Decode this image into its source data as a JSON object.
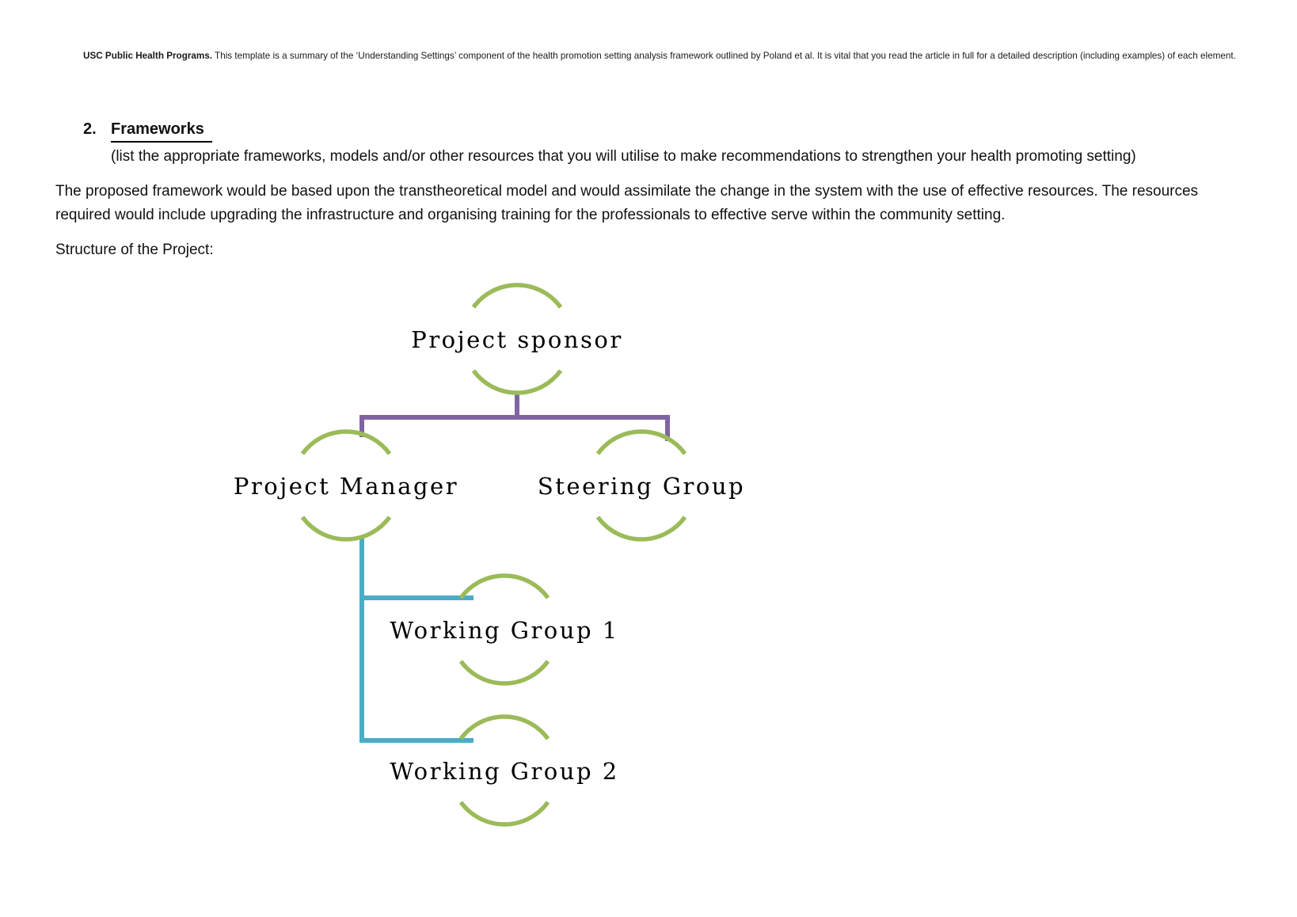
{
  "header": {
    "bold_lead": "USC Public Health Programs.",
    "rest": " This template is a summary of the ‘Understanding Settings’ component of the health promotion setting analysis framework outlined by Poland et al. It is vital that you read the article in full for a detailed description (including examples) of each element."
  },
  "section": {
    "number": "2.",
    "title": "Frameworks",
    "subtitle": "(list the appropriate frameworks, models and/or other resources that you will utilise to make recommendations to strengthen your health promoting setting)"
  },
  "paragraph": "The proposed framework would be based upon the transtheoretical model and would assimilate the change in the system with the use of effective resources. The resources required would include upgrading the infrastructure and organising training for the professionals to effective serve within the community setting.",
  "structure_label": "Structure of the Project:",
  "diagram": {
    "type": "org-chart",
    "colors": {
      "arc_green": "#9BBB59",
      "connector_purple": "#8064A2",
      "connector_teal": "#4BACC6"
    },
    "nodes": [
      {
        "id": "sponsor",
        "label": "Project sponsor",
        "level": 1,
        "parent": null
      },
      {
        "id": "manager",
        "label": "Project Manager",
        "level": 2,
        "parent": "sponsor"
      },
      {
        "id": "steering",
        "label": "Steering Group",
        "level": 2,
        "parent": "sponsor"
      },
      {
        "id": "wg1",
        "label": "Working Group 1",
        "level": 3,
        "parent": "manager"
      },
      {
        "id": "wg2",
        "label": "Working Group 2",
        "level": 3,
        "parent": "manager"
      }
    ]
  }
}
